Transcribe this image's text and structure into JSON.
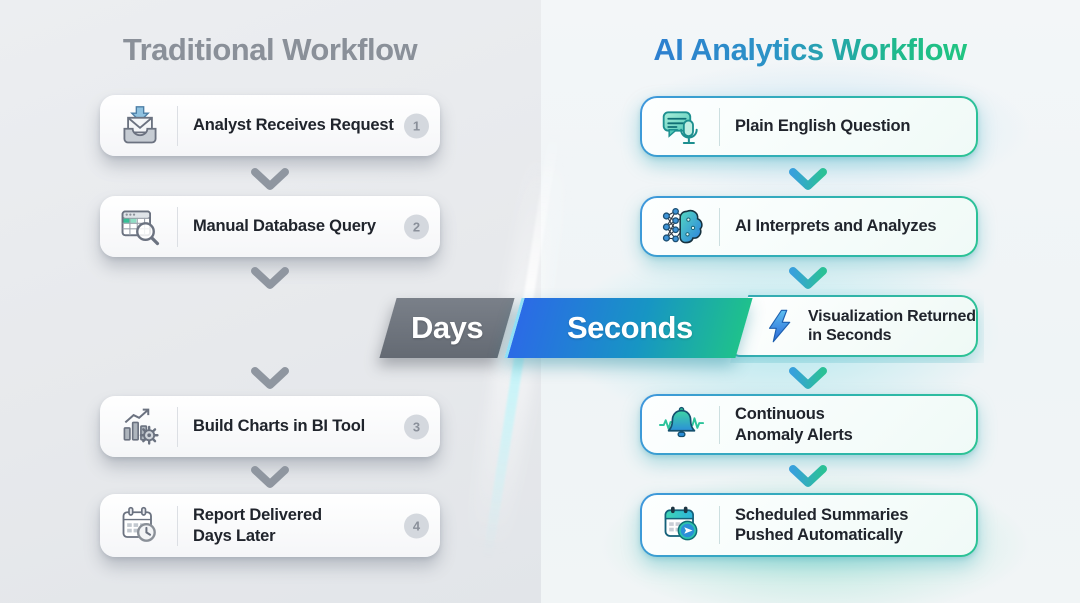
{
  "left_column": {
    "title": "Traditional Workflow",
    "time_label": "Days",
    "steps": [
      {
        "label": "Analyst Receives Request",
        "badge": "1",
        "icon": "inbox-receive"
      },
      {
        "label": "Manual Database Query",
        "badge": "2",
        "icon": "database-search"
      },
      {
        "label": "Build Charts in BI Tool",
        "badge": "3",
        "icon": "bar-chart-gear"
      },
      {
        "label": "Report Delivered Days Later",
        "badge": "4",
        "icon": "calendar-clock"
      }
    ]
  },
  "right_column": {
    "title": "AI Analytics Workflow",
    "time_label": "Seconds",
    "steps": [
      {
        "label": "Plain English Question",
        "icon": "chat-microphone"
      },
      {
        "label": "AI Interprets and Analyzes",
        "icon": "neural-network-brain"
      },
      {
        "label": "Visualization Returned in Seconds",
        "icon": "lightning-bolt"
      },
      {
        "label": "Continuous Anomaly Alerts",
        "icon": "alert-bell-pulse"
      },
      {
        "label": "Scheduled Summaries Pushed Automatically",
        "icon": "calendar-send"
      }
    ]
  },
  "colors": {
    "traditional_accent": "#8a9099",
    "ai_gradient_start": "#2e7dd1",
    "ai_gradient_end": "#21c77f",
    "days_panel": "#6c737c",
    "seconds_gradient_start": "#2b6be6",
    "seconds_gradient_end": "#1fc18c"
  }
}
